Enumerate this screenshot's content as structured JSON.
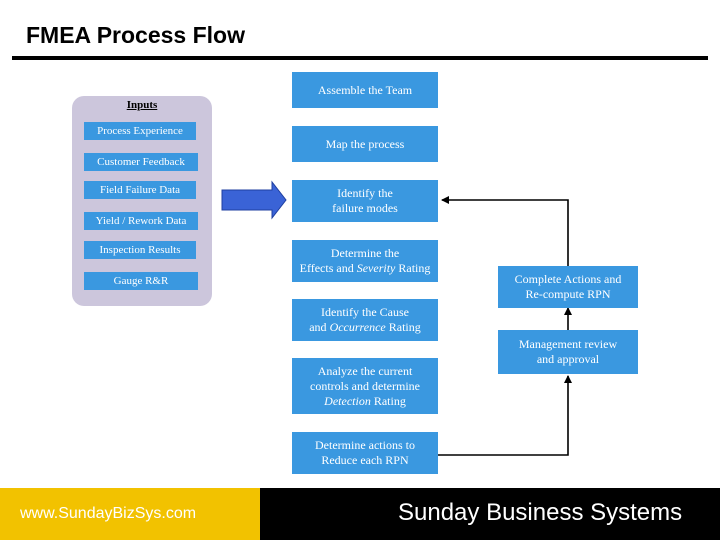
{
  "title": "FMEA Process Flow",
  "inputs": {
    "heading": "Inputs",
    "items": [
      "Process Experience",
      "Customer Feedback",
      "Field Failure Data",
      "Yield / Rework Data",
      "Inspection Results",
      "Gauge R&R"
    ]
  },
  "flow": {
    "steps": [
      {
        "line1": "Assemble the Team"
      },
      {
        "line1": "Map the process"
      },
      {
        "line1": "Identify the",
        "line2": "failure modes"
      },
      {
        "line1": "Determine the",
        "line2_pre": "Effects and ",
        "line2_em": "Severity",
        "line2_post": " Rating"
      },
      {
        "line1": "Identify the Cause",
        "line2_pre": "and ",
        "line2_em": "Occurrence",
        "line2_post": " Rating"
      },
      {
        "line1": "Analyze the current",
        "line2": "controls and determine",
        "line3_em": "Detection",
        "line3_post": " Rating"
      },
      {
        "line1": "Determine actions to",
        "line2": "Reduce each RPN"
      }
    ]
  },
  "loop": {
    "complete": {
      "line1": "Complete Actions and",
      "line2": "Re-compute RPN"
    },
    "review": {
      "line1": "Management review",
      "line2": "and approval"
    }
  },
  "footer": {
    "url": "www.SundayBizSys.com",
    "company": "Sunday Business Systems"
  },
  "colors": {
    "box": "#3a98e0",
    "panel": "#ccc6dc",
    "footer_yellow": "#f2c200",
    "footer_black": "#000000",
    "arrow": "#3a63d6"
  }
}
